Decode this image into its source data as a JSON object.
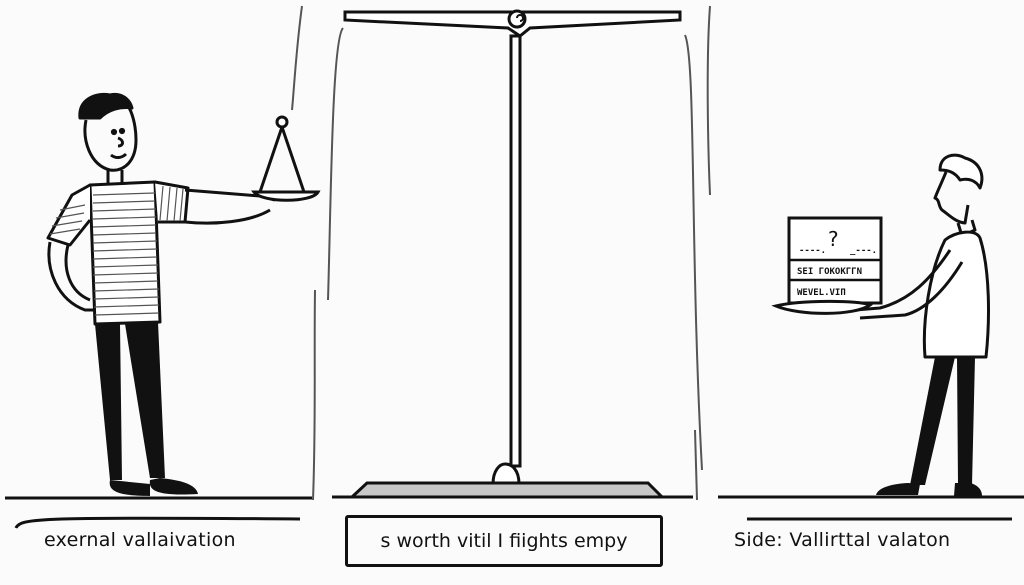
{
  "panels": {
    "left": {
      "caption": "exernal vallaivation",
      "figure": "man in striped shirt holding small scale pan"
    },
    "center": {
      "caption": "s worth vitil I fiights empy",
      "figure": "large balance scale with empty platform"
    },
    "right": {
      "caption": "Side: Vallirttal valaton",
      "figure": "man holding sign",
      "sign": {
        "symbol": "?",
        "dashes_left": "----.",
        "dashes_right": "_---.",
        "line1": "SEI ΓOKOKΓΓN",
        "line2": "WEVEL.VIΠ"
      }
    }
  },
  "colors": {
    "ink": "#111111",
    "paper": "#fbfbfb",
    "divider": "#555555",
    "platform_fill": "#c8c8c8"
  }
}
